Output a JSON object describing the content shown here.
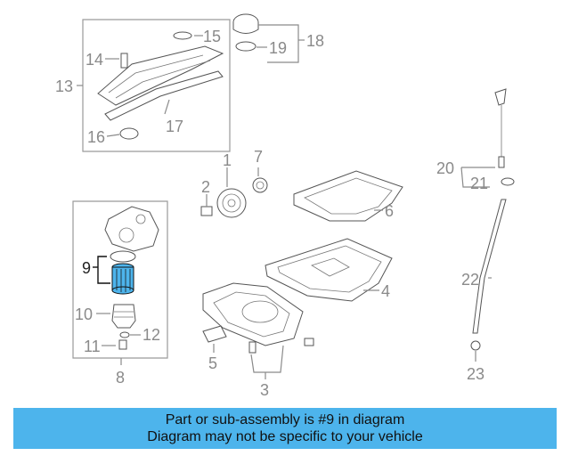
{
  "callouts": {
    "c1": "1",
    "c2": "2",
    "c3": "3",
    "c4": "4",
    "c5": "5",
    "c6": "6",
    "c7": "7",
    "c8": "8",
    "c9": "9",
    "c10": "10",
    "c11": "11",
    "c12": "12",
    "c13": "13",
    "c14": "14",
    "c15": "15",
    "c16": "16",
    "c17": "17",
    "c18": "18",
    "c19": "19",
    "c20": "20",
    "c21": "21",
    "c22": "22",
    "c23": "23"
  },
  "highlighted_part": "9",
  "colors": {
    "banner": "#4db4ec",
    "highlight": "#4db4ec"
  },
  "banner": {
    "line1": "Part or sub-assembly is #9 in diagram",
    "line2": "Diagram may not be specific to your vehicle"
  }
}
